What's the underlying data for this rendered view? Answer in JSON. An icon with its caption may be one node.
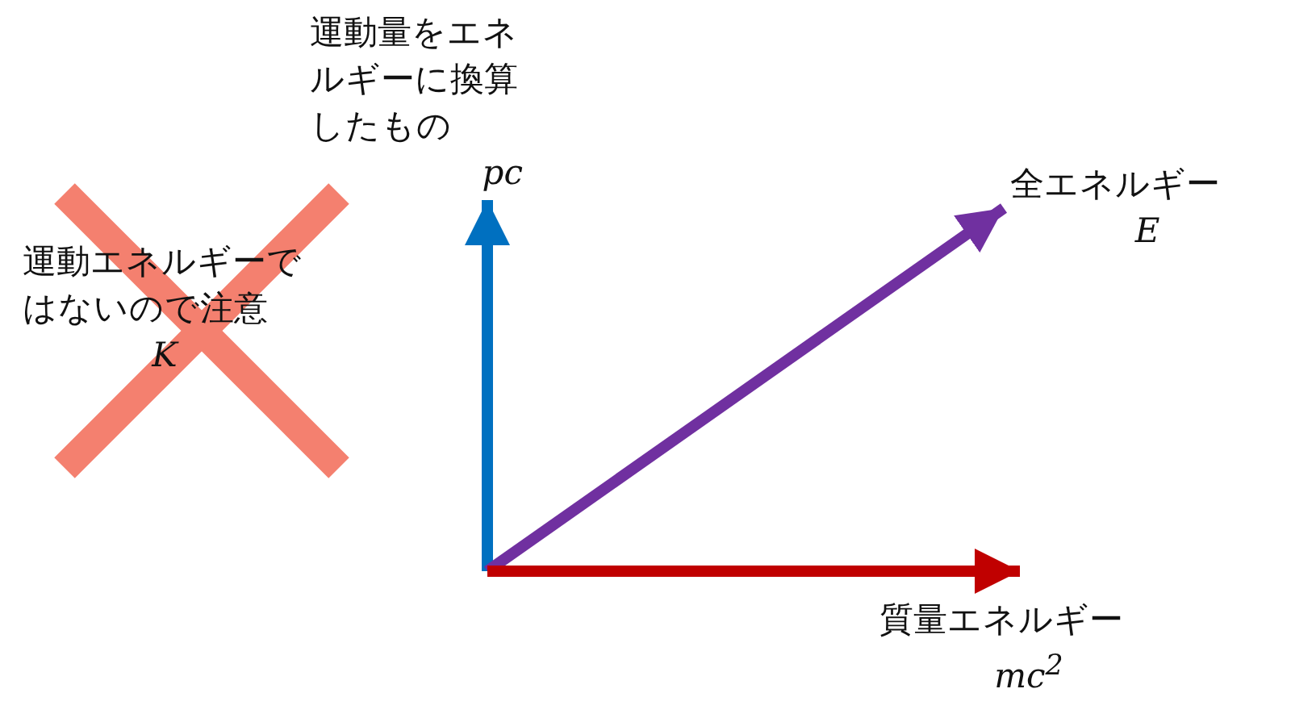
{
  "diagram": {
    "nodes": [
      {
        "text": [
          "運動量をエネルギーに換算したもの",
          "pc"
        ]
      },
      {
        "text": [
          "全エネルギー",
          "E"
        ]
      },
      {
        "text": [
          "質量エネルギー",
          "mc$^{2}$"
        ]
      },
      {
        "text": [
          "運動エネルギーではないので注意",
          "K"
        ]
      }
    ],
    "edges": [
      {
        "from": null,
        "to": 0,
        "arrow": "to",
        "color": "#0070c0"
      },
      {
        "from": null,
        "to": 1,
        "arrow": "to",
        "color": "#7030a0"
      },
      {
        "from": null,
        "to": 2,
        "arrow": "to",
        "color": "#c00000"
      }
    ]
  }
}
